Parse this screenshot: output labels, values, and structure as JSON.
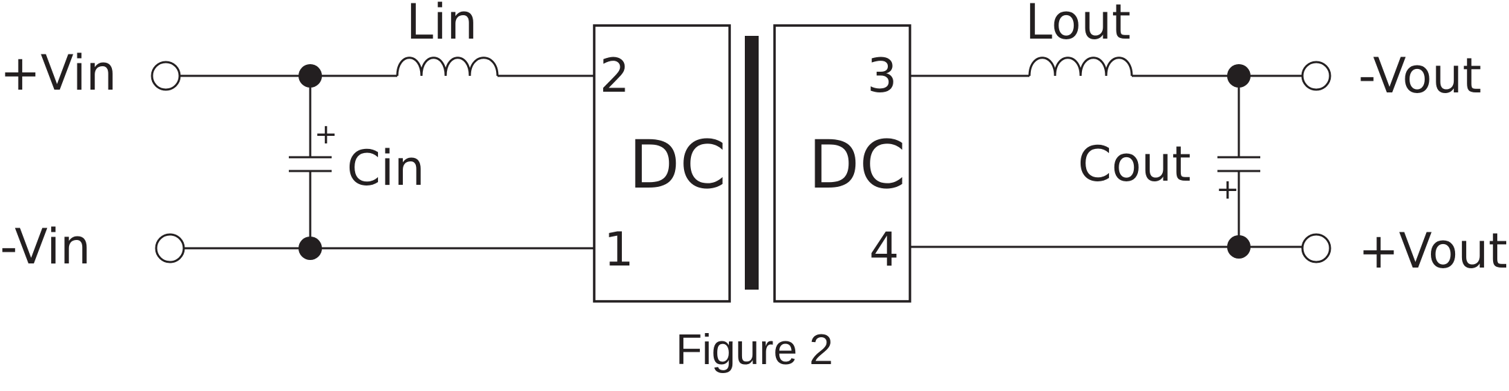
{
  "diagram": {
    "terminals": {
      "vin_plus": "+Vin",
      "vin_minus": "-Vin",
      "vout_minus": "-Vout",
      "vout_plus": "+Vout"
    },
    "components": {
      "lin": "Lin",
      "cin": "Cin",
      "lout": "Lout",
      "cout": "Cout"
    },
    "polarity": {
      "cin_plus": "+",
      "cout_plus": "+"
    },
    "blocks": {
      "left": "DC",
      "right": "DC"
    },
    "pins": {
      "p1": "1",
      "p2": "2",
      "p3": "3",
      "p4": "4"
    },
    "caption": "Figure 2"
  }
}
